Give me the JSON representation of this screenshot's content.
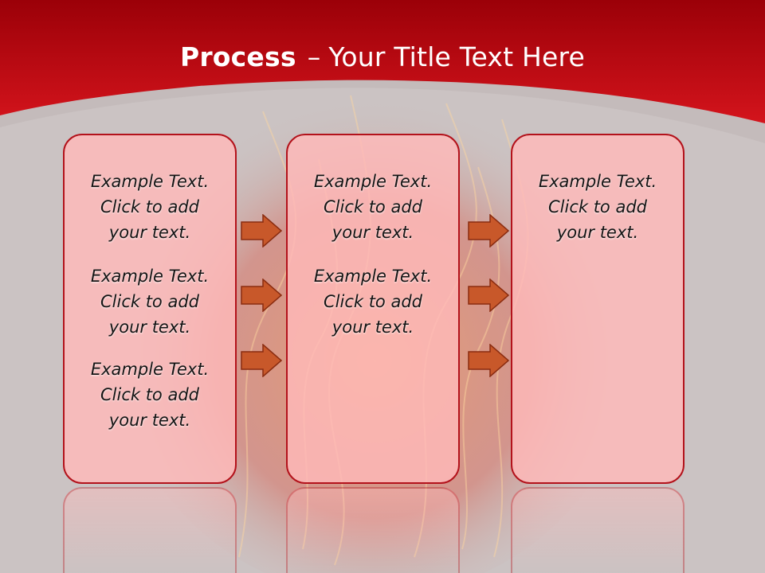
{
  "title": {
    "bold": "Process",
    "separator": "–",
    "rest": "Your Title Text Here"
  },
  "columns": [
    {
      "paragraphs": [
        "Example Text.\nClick  to add\nyour text.",
        "Example Text.\nClick  to add\nyour text.",
        "Example Text.\nClick  to add\nyour text."
      ]
    },
    {
      "paragraphs": [
        "Example Text.\nClick  to add\nyour text.",
        "Example Text.\nClick  to add\nyour text."
      ]
    },
    {
      "paragraphs": [
        "Example Text.\nClick  to add\nyour text."
      ]
    }
  ],
  "colors": {
    "header_red": "#c8101a",
    "box_border": "#b3121b",
    "box_fill": "#ffbaba",
    "arrow_fill": "#c8582a",
    "arrow_stroke": "#8a2c10"
  },
  "icons": {
    "arrow": "right-arrow-icon"
  }
}
